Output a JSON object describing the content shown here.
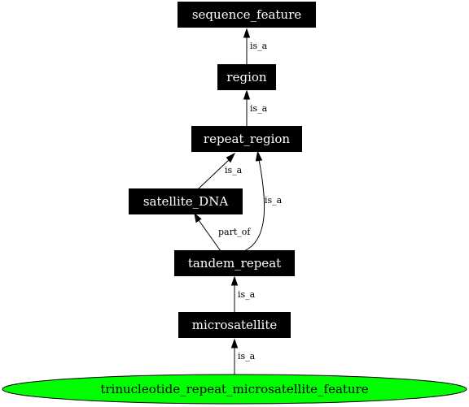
{
  "nodes": {
    "sequence_feature": "sequence_feature",
    "region": "region",
    "repeat_region": "repeat_region",
    "satellite_DNA": "satellite_DNA",
    "tandem_repeat": "tandem_repeat",
    "microsatellite": "microsatellite",
    "trinucleotide": "trinucleotide_repeat_microsatellite_feature"
  },
  "edges": {
    "region_to_sequence_feature": "is_a",
    "repeat_region_to_region": "is_a",
    "satellite_DNA_to_repeat_region": "is_a",
    "tandem_repeat_to_repeat_region": "is_a",
    "tandem_repeat_to_satellite_DNA": "part_of",
    "microsatellite_to_tandem_repeat": "is_a",
    "trinucleotide_to_microsatellite": "is_a"
  },
  "colors": {
    "box_fill": "#000000",
    "box_text": "#ffffff",
    "highlight_fill": "#00ff00",
    "edge": "#000000"
  }
}
